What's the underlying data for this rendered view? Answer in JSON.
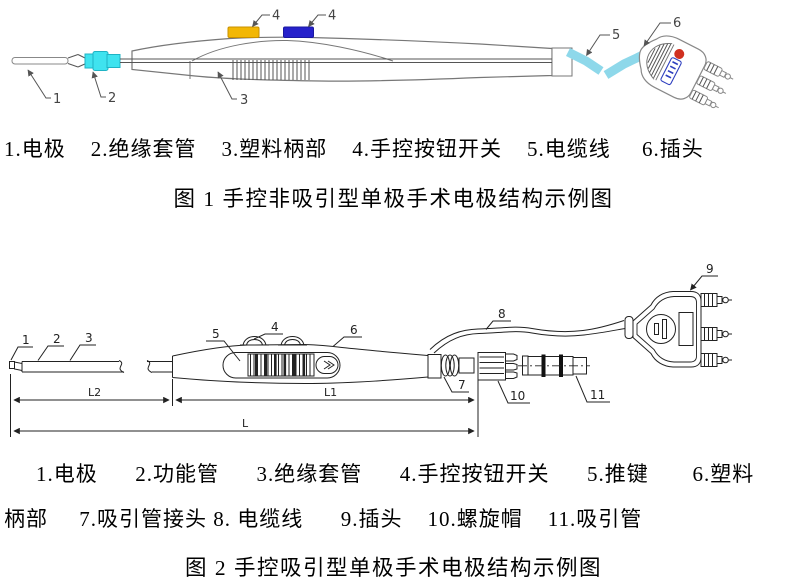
{
  "figure1": {
    "legend": "1.电极    2.绝缘套管    3.塑料柄部    4.手控按钮开关    5.电缆线     6.插头",
    "caption": "图 1  手控非吸引型单极手术电极结构示例图",
    "labels": {
      "l1": "1",
      "l2": "2",
      "l3": "3",
      "l4a": "4",
      "l4b": "4",
      "l5": "5",
      "l6": "6"
    },
    "colors": {
      "button_yellow": "#F2B705",
      "button_blue": "#2621CB",
      "insulation_sleeve_cyan": "#3FE3EF",
      "cable_cyan": "#8ED8EA",
      "plug_dot_red": "#D03020",
      "plug_brand_blue": "#2E3FBF",
      "outline_gray": "#777777"
    }
  },
  "figure2": {
    "legend_line1": "1.电极      2.功能管      3.绝缘套管      4.手控按钮开关      5.推键       6.塑料",
    "legend_line2": "柄部     7.吸引管接头 8. 电缆线      9.插头    10.螺旋帽    11.吸引管",
    "caption": "图 2  手控吸引型单极手术电极结构示例图",
    "labels": {
      "l1": "1",
      "l2": "2",
      "l3": "3",
      "l4": "4",
      "l5": "5",
      "l6": "6",
      "l7": "7",
      "l8": "8",
      "l9": "9",
      "l10": "10",
      "l11": "11"
    },
    "dimensions": {
      "l2": "L2",
      "l1": "L1",
      "l": "L"
    },
    "colors": {
      "outline_black": "#222222",
      "ring_black": "#111111"
    }
  }
}
